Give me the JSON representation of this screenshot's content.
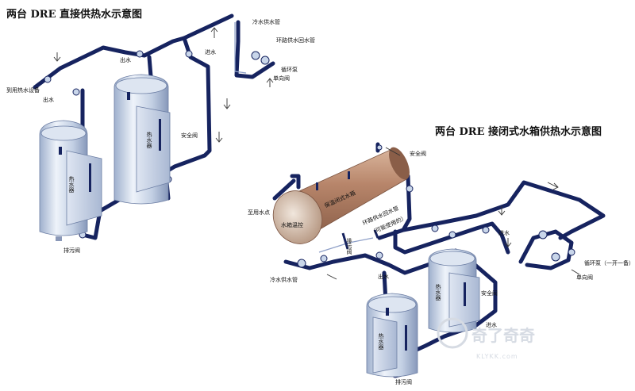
{
  "titles": {
    "left": "两台 DRE 直接供热水示意图",
    "right": "两台 DRE 接闭式水箱供热水示意图"
  },
  "left_labels": {
    "cold_supply": "冷水供水管",
    "loop_return": "环路供水回水管",
    "inlet": "进水",
    "outlet_a": "出水",
    "outlet_b": "出水",
    "to_hot_equipment": "到用热水设备",
    "circ_pump": "循环泵",
    "check_valve": "单向阀",
    "safety_valve": "安全阀",
    "drain_valve": "排污阀",
    "heater_a": "热水器",
    "heater_b": "热水器"
  },
  "right_labels": {
    "safety_valve_tank": "安全阀",
    "tank": "保温闭式水箱",
    "to_use_point": "至用水点",
    "tank_thermostat": "水箱温控",
    "loop_pipe": "环路供水回水管",
    "loop_pipe_note": "（可能使用的）",
    "drain_a": "排污阀",
    "drain_b": "排污阀",
    "cold_supply": "冷水供水管",
    "outlet": "出水",
    "inlet_a": "进水",
    "inlet_b": "进水",
    "safety_valve": "安全阀",
    "circ_pump": "循环泵（一开一备）",
    "check_valve": "单向阀",
    "heater_a": "热水器",
    "heater_b": "热水器"
  },
  "watermark": {
    "main": "奇了奇奇",
    "sub": "KLYKK.com"
  },
  "colors": {
    "pipe": "#16235f",
    "tank_body": "#b7856a",
    "heater_body": "#c4d0e4"
  }
}
